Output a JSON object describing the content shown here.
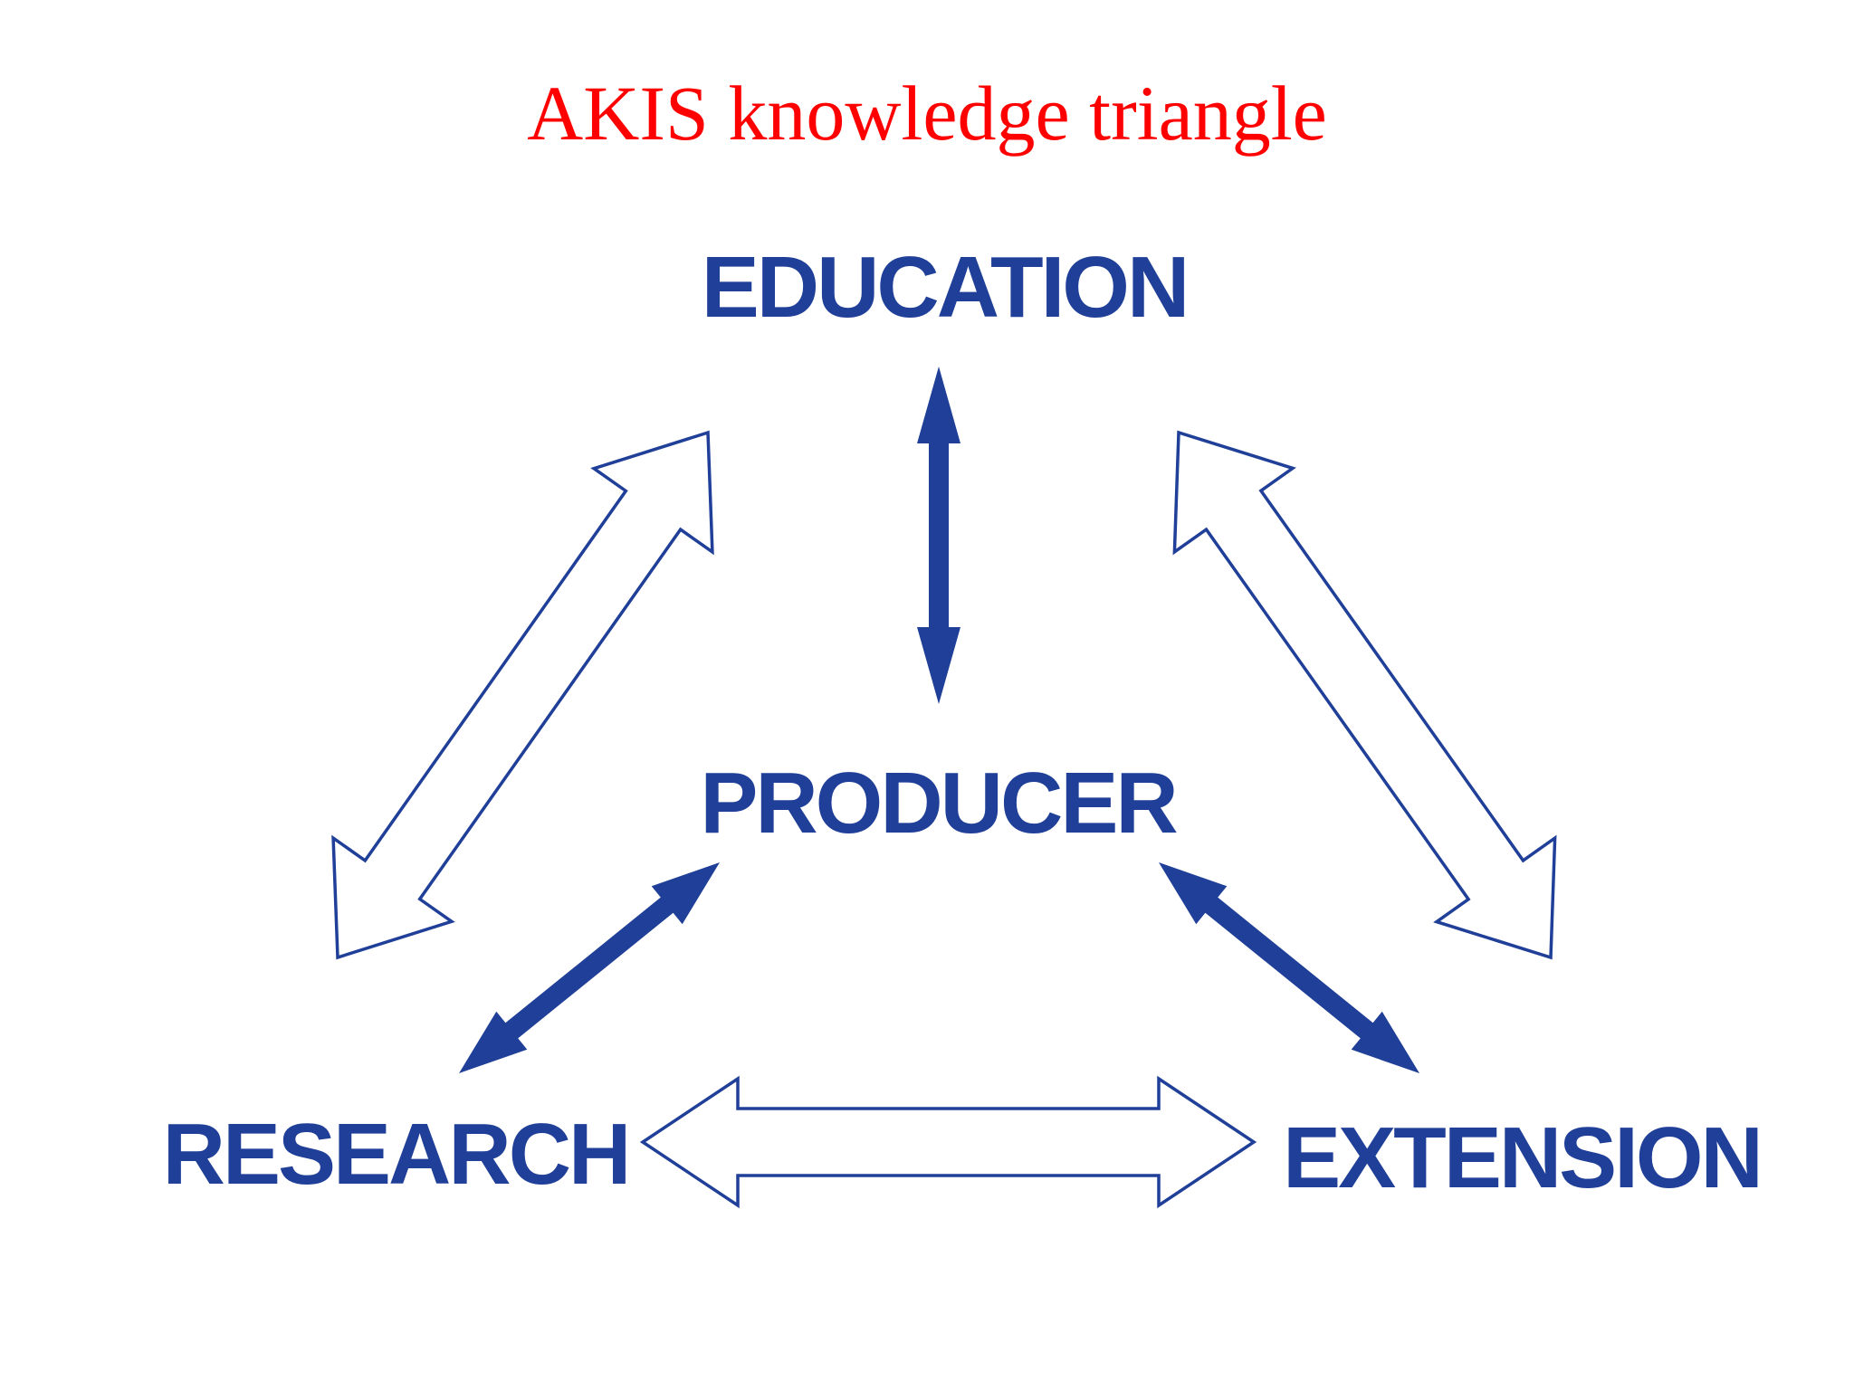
{
  "title": "AKIS knowledge triangle",
  "nodes": {
    "education": "EDUCATION",
    "producer": "PRODUCER",
    "research": "RESEARCH",
    "extension": "EXTENSION"
  },
  "colors": {
    "title": "#ff0000",
    "diagram": "#1f3f98"
  },
  "links": [
    {
      "from": "EDUCATION",
      "to": "PRODUCER",
      "style": "solid"
    },
    {
      "from": "PRODUCER",
      "to": "RESEARCH",
      "style": "solid"
    },
    {
      "from": "PRODUCER",
      "to": "EXTENSION",
      "style": "solid"
    },
    {
      "from": "EDUCATION",
      "to": "RESEARCH",
      "style": "outline"
    },
    {
      "from": "EDUCATION",
      "to": "EXTENSION",
      "style": "outline"
    },
    {
      "from": "RESEARCH",
      "to": "EXTENSION",
      "style": "outline"
    }
  ]
}
